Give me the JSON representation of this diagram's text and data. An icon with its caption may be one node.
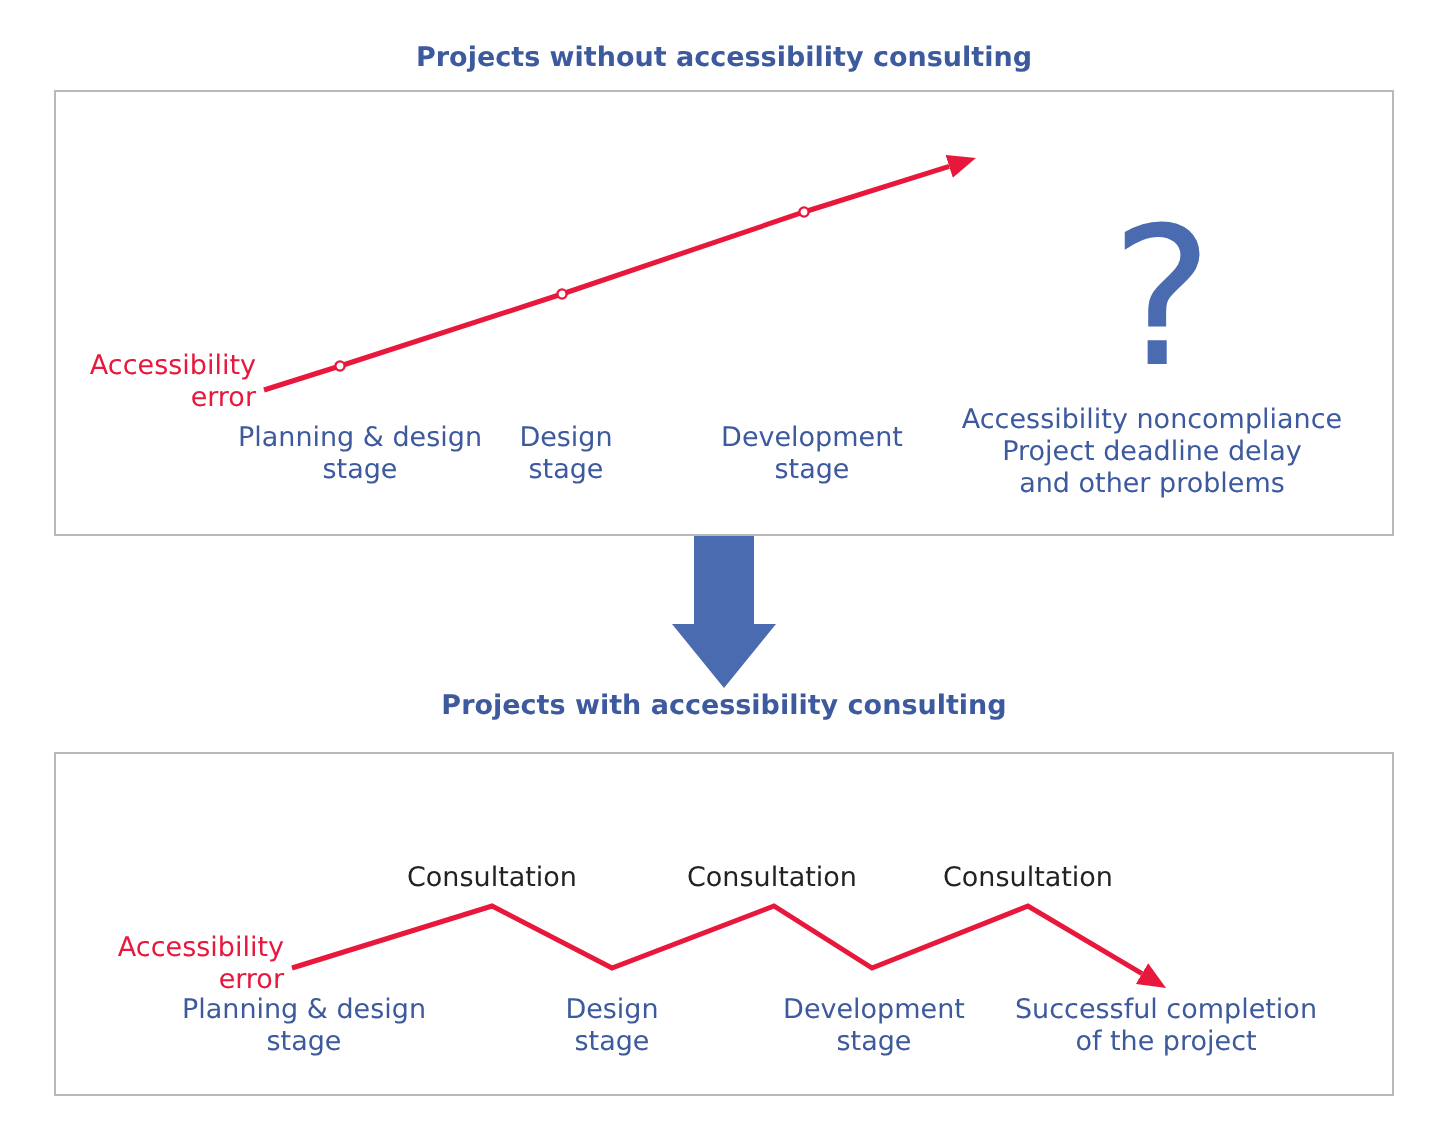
{
  "diagram": {
    "nodes": [
      {
        "text": [
          "Projects without accessibility consulting"
        ]
      },
      {
        "text": [
          "Accessibility error"
        ],
        "in": 0
      },
      {
        "text": [
          "Planning & design stage"
        ],
        "in": 0
      },
      {
        "text": [
          "Design stage"
        ],
        "in": 0
      },
      {
        "text": [
          "Development stage"
        ],
        "in": 0
      },
      {
        "text": [
          "?"
        ],
        "in": 0
      },
      {
        "text": [
          "Accessibility noncompliance",
          "Project deadline delay",
          "and other problems"
        ],
        "in": 0
      },
      {
        "text": [
          "Projects with accessibility consulting"
        ]
      },
      {
        "text": [
          "Consultation"
        ],
        "in": 7
      },
      {
        "text": [
          "Consultation"
        ],
        "in": 7
      },
      {
        "text": [
          "Consultation"
        ],
        "in": 7
      },
      {
        "text": [
          "Accessibility error"
        ],
        "in": 7
      },
      {
        "text": [
          "Planning & design stage"
        ],
        "in": 7
      },
      {
        "text": [
          "Design stage"
        ],
        "in": 7
      },
      {
        "text": [
          "Development stage"
        ],
        "in": 7
      },
      {
        "text": [
          "Successful completion of the project"
        ],
        "in": 7
      }
    ],
    "edges": [
      {
        "from": 0,
        "to": 7,
        "arrow": "to",
        "style": "thick",
        "color": "#4a6bb0"
      },
      {
        "from": 1,
        "to": null,
        "arrow": "to"
      },
      {
        "from": 11,
        "to": 15,
        "arrow": "to"
      }
    ]
  }
}
